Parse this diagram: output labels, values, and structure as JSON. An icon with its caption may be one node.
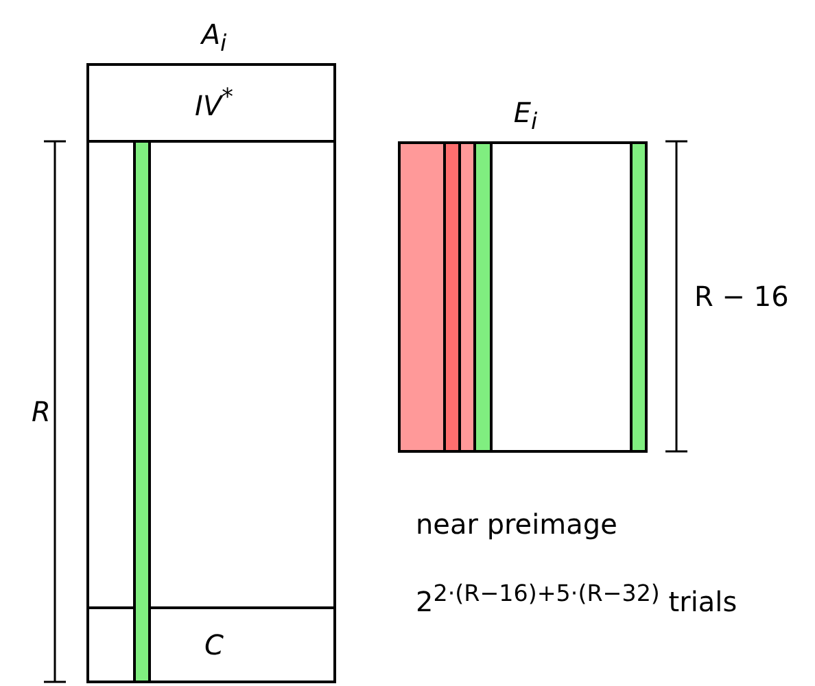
{
  "diagram": {
    "nodes": [
      {
        "text": [
          "A$_{i}$"
        ]
      },
      {
        "text": [
          "IV$^{*}$"
        ],
        "in": 0
      },
      {
        "text": [
          "C"
        ],
        "in": 0
      },
      {
        "text": [
          "E$_{i}$"
        ]
      }
    ],
    "labels": [
      "R",
      "R − 16",
      "near preimage",
      "2$^{2·(R−16)+5·(R−32)}$ trials"
    ]
  }
}
